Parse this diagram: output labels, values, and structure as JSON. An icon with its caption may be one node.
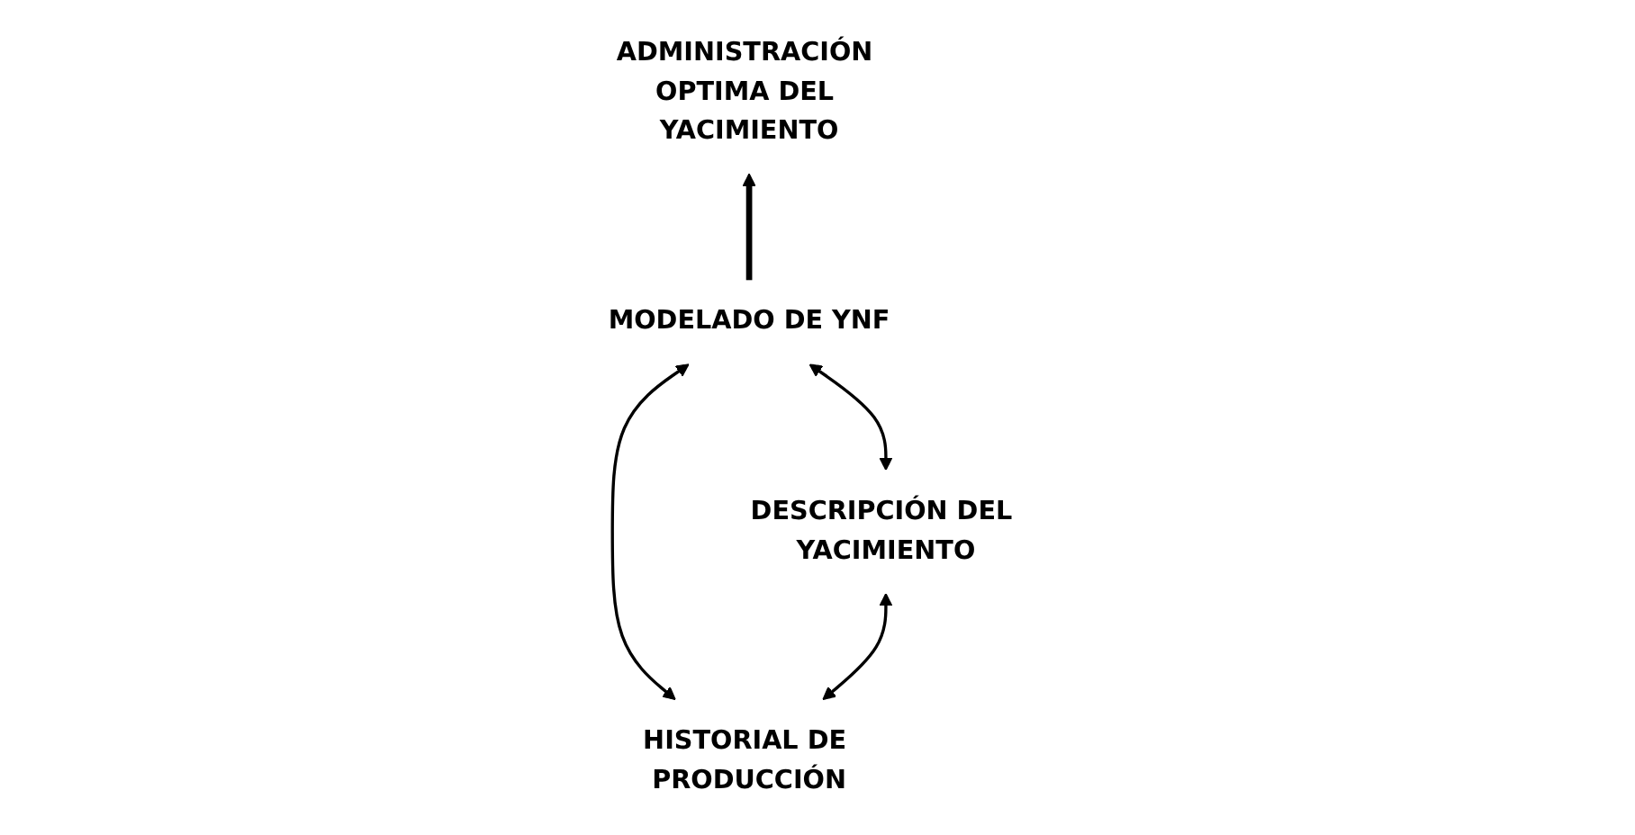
{
  "diagram": {
    "nodes": [
      {
        "text": [
          "ADMINISTRACIÓN OPTIMA DEL YACIMIENTO"
        ]
      },
      {
        "text": [
          "MODELADO DE YNF"
        ]
      },
      {
        "text": [
          "HISTORIAL DE PRODUCCIÓN"
        ]
      },
      {
        "text": [
          "DESCRIPCIÓN DEL YACIMIENTO"
        ]
      }
    ],
    "edges": [
      {
        "from": 1,
        "to": 0,
        "arrow": "to",
        "style": "thick"
      },
      {
        "from": 2,
        "to": 1,
        "arrow": "both"
      },
      {
        "from": 3,
        "to": 1,
        "arrow": "both"
      },
      {
        "from": 2,
        "to": 3,
        "arrow": "both"
      }
    ]
  }
}
